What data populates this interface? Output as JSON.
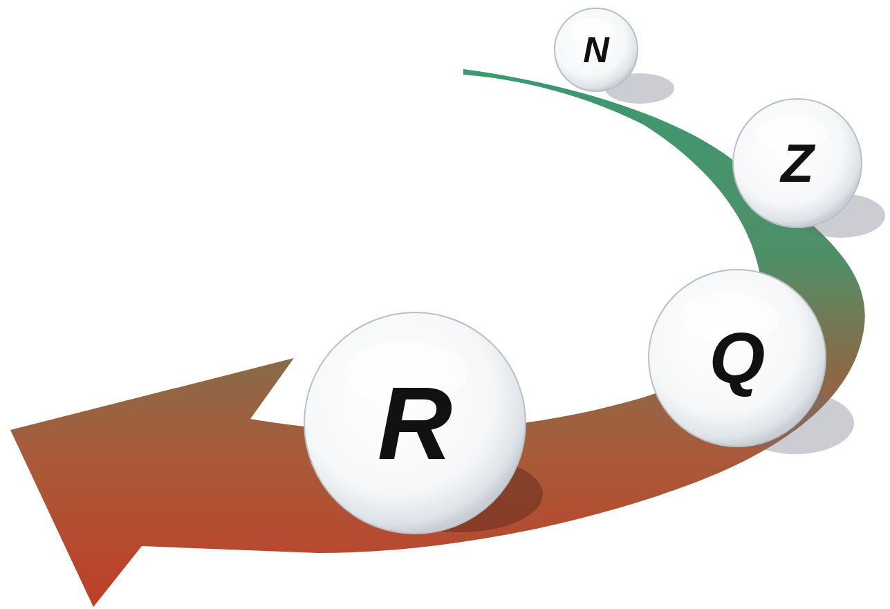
{
  "diagram": {
    "nodes": [
      {
        "text": [
          "N"
        ]
      },
      {
        "text": [
          "Z"
        ]
      },
      {
        "text": [
          "Q"
        ]
      },
      {
        "text": [
          "R"
        ]
      }
    ]
  }
}
